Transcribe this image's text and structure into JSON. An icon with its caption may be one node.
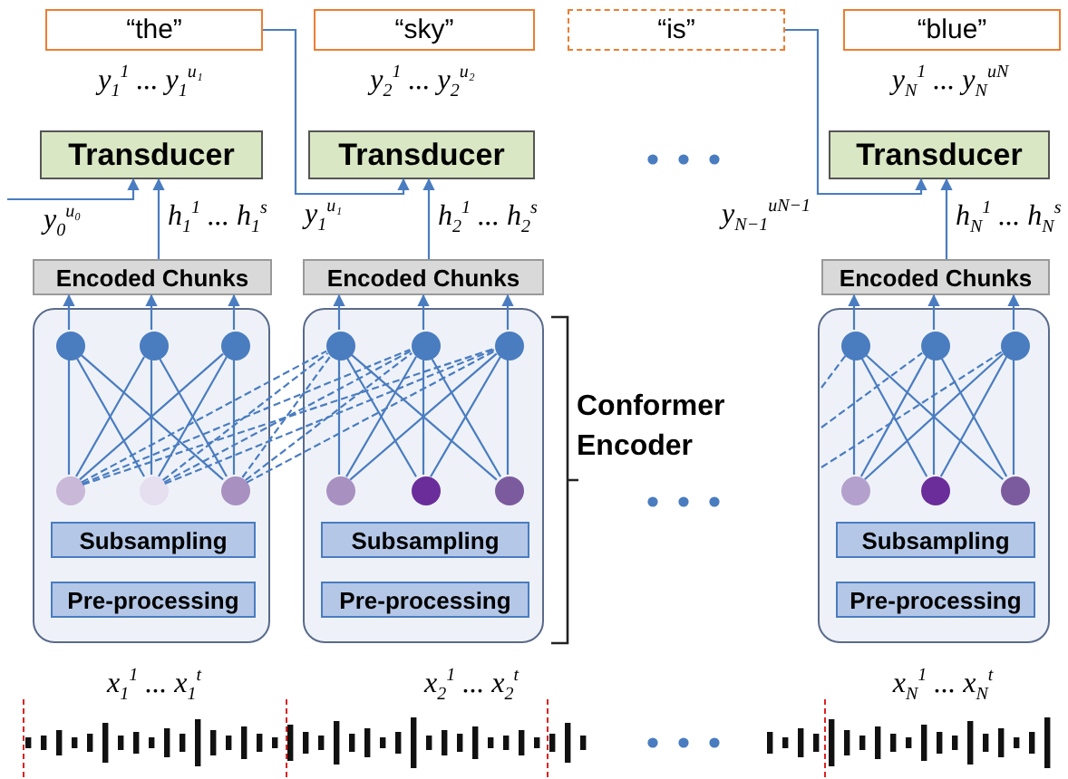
{
  "diagram": {
    "nodes": [
      {
        "text": [
          "“the”"
        ]
      },
      {
        "text": [
          "“sky”"
        ]
      },
      {
        "text": [
          "“is”"
        ]
      },
      {
        "text": [
          "“blue”"
        ]
      },
      {
        "text": [
          "Transducer"
        ]
      },
      {
        "text": [
          "Transducer"
        ]
      },
      {
        "text": [
          "Transducer"
        ]
      },
      {
        "text": [
          "Encoded Chunks"
        ]
      },
      {
        "text": [
          "Encoded Chunks"
        ]
      },
      {
        "text": [
          "Encoded Chunks"
        ]
      },
      {
        "text": [],
        "shape": "box"
      },
      {
        "text": [],
        "shape": "circle",
        "in": 10
      },
      {
        "text": [],
        "shape": "circle",
        "in": 10
      },
      {
        "text": [],
        "shape": "circle",
        "in": 10
      },
      {
        "text": [],
        "shape": "circle",
        "in": 10
      },
      {
        "text": [],
        "shape": "circle",
        "in": 10
      },
      {
        "text": [],
        "shape": "circle",
        "in": 10
      },
      {
        "text": [
          "Subsampling"
        ],
        "in": 10
      },
      {
        "text": [
          "Pre-processing"
        ],
        "in": 10
      },
      {
        "text": [],
        "shape": "box"
      },
      {
        "text": [],
        "shape": "circle",
        "in": 19
      },
      {
        "text": [],
        "shape": "circle",
        "in": 19
      },
      {
        "text": [],
        "shape": "circle",
        "in": 19
      },
      {
        "text": [],
        "shape": "circle",
        "in": 19
      },
      {
        "text": [],
        "shape": "circle",
        "in": 19
      },
      {
        "text": [],
        "shape": "circle",
        "in": 19
      },
      {
        "text": [
          "Subsampling"
        ],
        "in": 19
      },
      {
        "text": [
          "Pre-processing"
        ],
        "in": 19
      },
      {
        "text": [],
        "shape": "box"
      },
      {
        "text": [],
        "shape": "circle",
        "in": 28
      },
      {
        "text": [],
        "shape": "circle",
        "in": 28
      },
      {
        "text": [],
        "shape": "circle",
        "in": 28
      },
      {
        "text": [],
        "shape": "circle",
        "in": 28
      },
      {
        "text": [],
        "shape": "circle",
        "in": 28
      },
      {
        "text": [],
        "shape": "circle",
        "in": 28
      },
      {
        "text": [
          "Subsampling"
        ],
        "in": 28
      },
      {
        "text": [
          "Pre-processing"
        ],
        "in": 28
      }
    ],
    "edges": [
      {
        "from": 14,
        "to": 11,
        "arrow": "none"
      },
      {
        "from": 14,
        "to": 12,
        "arrow": "none"
      },
      {
        "from": 14,
        "to": 13,
        "arrow": "none"
      },
      {
        "from": 15,
        "to": 11,
        "arrow": "none"
      },
      {
        "from": 15,
        "to": 12,
        "arrow": "none"
      },
      {
        "from": 15,
        "to": 13,
        "arrow": "none"
      },
      {
        "from": 16,
        "to": 11,
        "arrow": "none"
      },
      {
        "from": 16,
        "to": 12,
        "arrow": "none"
      },
      {
        "from": 16,
        "to": 13,
        "arrow": "none"
      },
      {
        "from": 23,
        "to": 20,
        "arrow": "none"
      },
      {
        "from": 23,
        "to": 21,
        "arrow": "none"
      },
      {
        "from": 23,
        "to": 22,
        "arrow": "none"
      },
      {
        "from": 24,
        "to": 20,
        "arrow": "none"
      },
      {
        "from": 24,
        "to": 21,
        "arrow": "none"
      },
      {
        "from": 24,
        "to": 22,
        "arrow": "none"
      },
      {
        "from": 25,
        "to": 20,
        "arrow": "none"
      },
      {
        "from": 25,
        "to": 21,
        "arrow": "none"
      },
      {
        "from": 25,
        "to": 22,
        "arrow": "none"
      },
      {
        "from": 32,
        "to": 29,
        "arrow": "none"
      },
      {
        "from": 32,
        "to": 30,
        "arrow": "none"
      },
      {
        "from": 32,
        "to": 31,
        "arrow": "none"
      },
      {
        "from": 33,
        "to": 29,
        "arrow": "none"
      },
      {
        "from": 33,
        "to": 30,
        "arrow": "none"
      },
      {
        "from": 33,
        "to": 31,
        "arrow": "none"
      },
      {
        "from": 34,
        "to": 29,
        "arrow": "none"
      },
      {
        "from": 34,
        "to": 30,
        "arrow": "none"
      },
      {
        "from": 34,
        "to": 31,
        "arrow": "none"
      },
      {
        "from": 14,
        "to": 20,
        "arrow": "none",
        "style": "dashed"
      },
      {
        "from": 14,
        "to": 21,
        "arrow": "none",
        "style": "dashed"
      },
      {
        "from": 14,
        "to": 22,
        "arrow": "none",
        "style": "dashed"
      },
      {
        "from": 15,
        "to": 20,
        "arrow": "none",
        "style": "dashed"
      },
      {
        "from": 15,
        "to": 21,
        "arrow": "none",
        "style": "dashed"
      },
      {
        "from": 15,
        "to": 22,
        "arrow": "none",
        "style": "dashed"
      },
      {
        "from": 16,
        "to": 20,
        "arrow": "none",
        "style": "dashed"
      },
      {
        "from": 16,
        "to": 21,
        "arrow": "none",
        "style": "dashed"
      },
      {
        "from": 16,
        "to": 22,
        "arrow": "none",
        "style": "dashed"
      },
      {
        "from": null,
        "to": 29,
        "arrow": "none",
        "style": "dashed"
      },
      {
        "from": null,
        "to": 30,
        "arrow": "none",
        "style": "dashed"
      },
      {
        "from": null,
        "to": 31,
        "arrow": "none",
        "style": "dashed"
      },
      {
        "from": 11,
        "to": 7,
        "arrow": "to"
      },
      {
        "from": 12,
        "to": 7,
        "arrow": "to"
      },
      {
        "from": 13,
        "to": 7,
        "arrow": "to"
      },
      {
        "from": 20,
        "to": 8,
        "arrow": "to"
      },
      {
        "from": 21,
        "to": 8,
        "arrow": "to"
      },
      {
        "from": 22,
        "to": 8,
        "arrow": "to"
      },
      {
        "from": 29,
        "to": 9,
        "arrow": "to"
      },
      {
        "from": 30,
        "to": 9,
        "arrow": "to"
      },
      {
        "from": 31,
        "to": 9,
        "arrow": "to"
      },
      {
        "from": 7,
        "to": 4,
        "arrow": "to",
        "label": "h$_{1}$$^{1}$ ... h$_{1}$$^{s}$"
      },
      {
        "from": 8,
        "to": 5,
        "arrow": "to",
        "label": "h$_{2}$$^{1}$ ... h$_{2}$$^{s}$"
      },
      {
        "from": 9,
        "to": 6,
        "arrow": "to",
        "label": "h$_{N}$$^{1}$ ... h$_{N}$$^{s}$"
      },
      {
        "from": null,
        "to": 4,
        "arrow": "to",
        "label": "y$_{0}$$^{u₀}$"
      },
      {
        "from": 0,
        "to": 5,
        "arrow": "to",
        "label": "y$_{1}$$^{u₁}$"
      },
      {
        "from": 2,
        "to": 6,
        "arrow": "to",
        "label": "y$_{N−1}$$^{uN−1}$"
      }
    ],
    "labels": [
      "y$_{1}$$^{1}$ ... y$_{1}$$^{u₁}$",
      "y$_{2}$$^{1}$ ... y$_{2}$$^{u₂}$",
      "y$_{N}$$^{1}$ ... y$_{N}$$^{uN}$",
      "Conformer Encoder",
      "x$_{1}$$^{1}$ ... x$_{1}$$^{t}$",
      "x$_{2}$$^{1}$ ... x$_{2}$$^{t}$",
      "x$_{N}$$^{1}$ ... x$_{N}$$^{t}$"
    ]
  }
}
